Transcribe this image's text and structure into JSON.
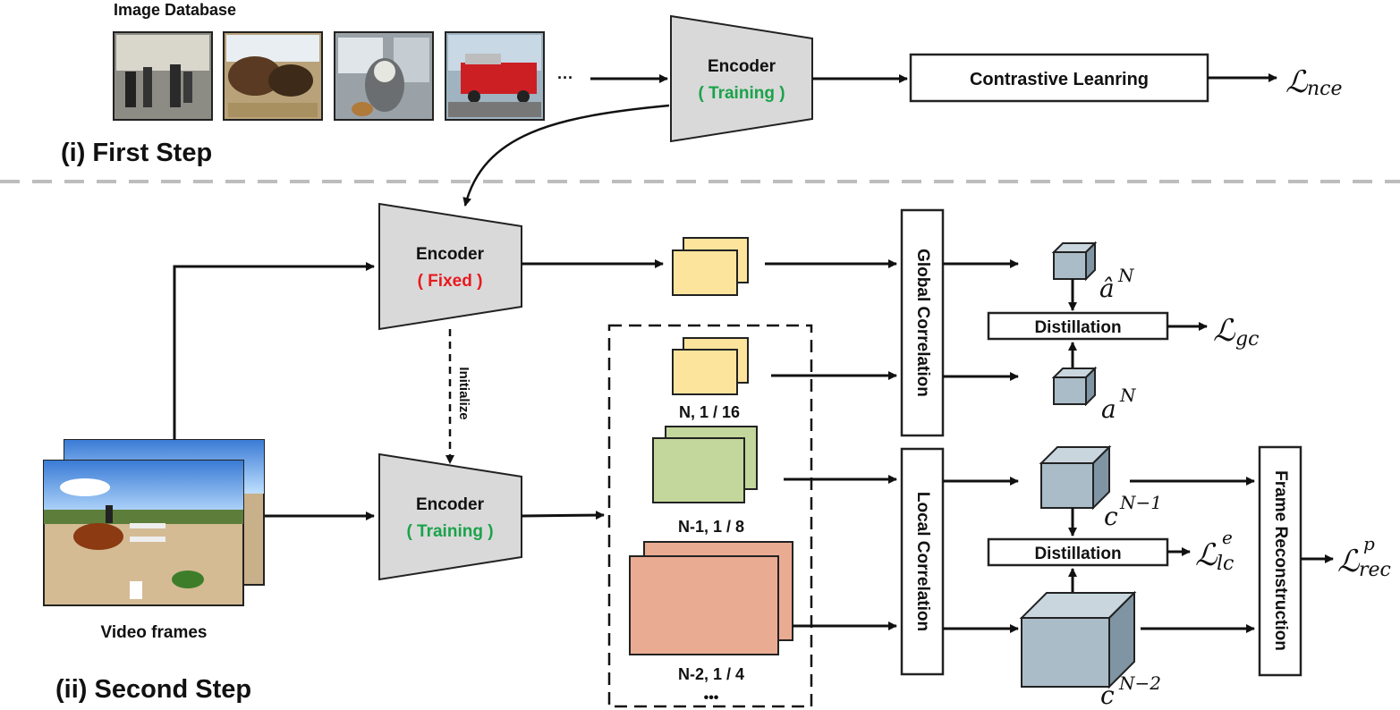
{
  "step1": {
    "title": "(i) First Step",
    "db_label": "Image Database",
    "ellipsis": "···",
    "encoder_label": "Encoder",
    "encoder_state": "( Training )",
    "contrastive_label": "Contrastive Leanring",
    "loss": "ℒ",
    "loss_sub": "nce"
  },
  "step2": {
    "title": "(ii) Second Step",
    "video_label": "Video frames",
    "fixed_encoder_label": "Encoder",
    "fixed_encoder_state": "( Fixed )",
    "train_encoder_label": "Encoder",
    "train_encoder_state": "( Training )",
    "initialize_label": "Initialize",
    "levels": [
      {
        "label": "N, 1 / 16",
        "color": "#fde49c"
      },
      {
        "label": "N-1, 1 / 8",
        "color": "#c3d69b"
      },
      {
        "label": "N-2, 1 / 4",
        "color": "#eaab93"
      }
    ],
    "levels_ellipsis": "•••",
    "global_corr": "Global Correlation",
    "local_corr": "Local Correlation",
    "frame_recon": "Frame Reconstruction",
    "distill_top": "Distillation",
    "distill_bottom": "Distillation",
    "a_hat": "â",
    "a_hat_sup": "N",
    "a": "a",
    "a_sup": "N",
    "c1": "c",
    "c1_sup": "N−1",
    "c2": "c",
    "c2_sup": "N−2",
    "loss_gc": "ℒ",
    "loss_gc_sub": "gc",
    "loss_lc": "ℒ",
    "loss_lc_sub": "lc",
    "loss_lc_sup": "e",
    "loss_rec": "ℒ",
    "loss_rec_sub": "rec",
    "loss_rec_sup": "p"
  },
  "colors": {
    "encoder_fill": "#d9d9d9",
    "training": "#1aa34a",
    "fixed": "#e8191f",
    "cube": "#a9bcc8",
    "dash": "#bdbdbd"
  }
}
